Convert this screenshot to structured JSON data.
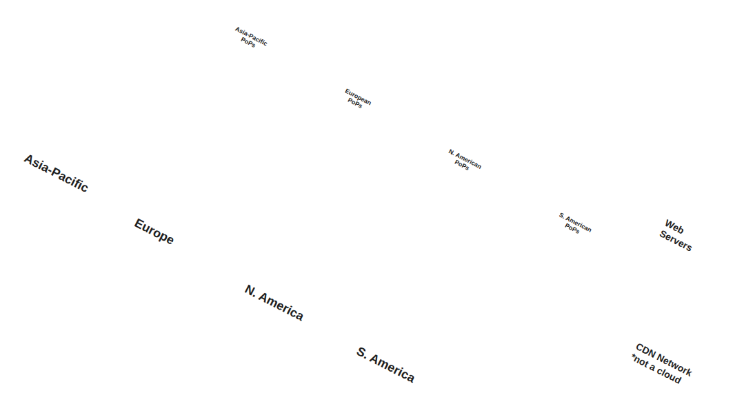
{
  "diagram": {
    "nodes": [
      {
        "text": [
          "Asia-Pacific"
        ]
      },
      {
        "text": [
          "Europe"
        ]
      },
      {
        "text": [
          "N. America"
        ]
      },
      {
        "text": [
          "S. America"
        ]
      },
      {
        "text": [
          "CDN Network *not a cloud"
        ]
      },
      {
        "text": [
          "Asia-Pacific PoPs"
        ],
        "in": 4
      },
      {
        "text": [
          "European PoPs"
        ],
        "in": 4
      },
      {
        "text": [
          "N. American PoPs"
        ],
        "in": 4
      },
      {
        "text": [
          "S. American PoPs"
        ],
        "in": 4
      },
      {
        "text": [
          "Web Servers"
        ]
      }
    ],
    "edges": [
      {
        "from": 0,
        "to": 5,
        "arrow": "none"
      },
      {
        "from": 1,
        "to": 6,
        "arrow": "none"
      },
      {
        "from": 2,
        "to": 7,
        "arrow": "none"
      },
      {
        "from": 3,
        "to": 8,
        "arrow": "none"
      },
      {
        "from": 5,
        "to": 6,
        "arrow": "none"
      },
      {
        "from": 6,
        "to": 7,
        "arrow": "none"
      },
      {
        "from": 7,
        "to": 8,
        "arrow": "none"
      },
      {
        "from": 7,
        "to": 9,
        "arrow": "none"
      }
    ]
  }
}
